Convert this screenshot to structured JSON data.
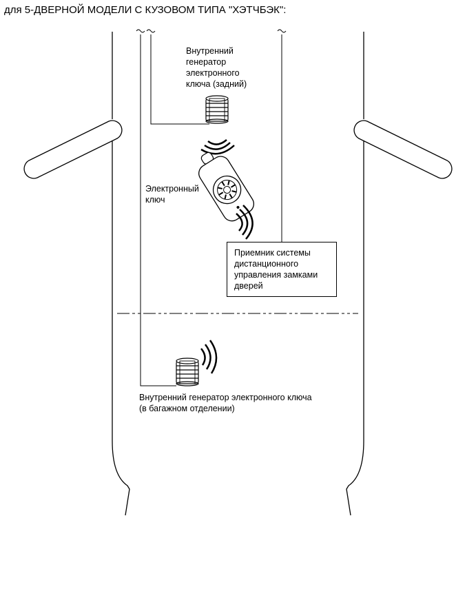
{
  "title": "для 5-ДВЕРНОЙ МОДЕЛИ С КУЗОВОМ ТИПА \"ХЭТЧБЭК\":",
  "labels": {
    "rear_generator": "Внутренний\nгенератор\nэлектронного\nключа (задний)",
    "electronic_key": "Электронный\nключ",
    "receiver": "Приемник системы\nдистанционного\nуправления замками\nдверей",
    "luggage_generator": "Внутренний генератор электронного ключа\n(в багажном отделении)"
  },
  "icons": {
    "rear_generator": "oscillator-coil-icon",
    "luggage_generator": "oscillator-coil-icon",
    "electronic_key": "smart-key-fob-icon",
    "signal": "radio-waves-icon"
  }
}
